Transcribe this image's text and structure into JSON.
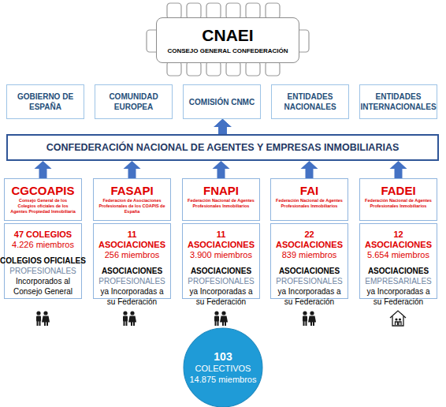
{
  "diagram": {
    "nodes": [
      {
        "text": [
          "CNAEI",
          "CONSEJO GENERAL CONFEDERACIÓN"
        ]
      },
      {
        "text": [
          "GOBIERNO DE ESPAÑA"
        ]
      },
      {
        "text": [
          "COMUNIDAD EUROPEA"
        ]
      },
      {
        "text": [
          "COMISIÓN CNMC"
        ]
      },
      {
        "text": [
          "ENTIDADES NACIONALES"
        ]
      },
      {
        "text": [
          "ENTIDADES INTERNACIONALES"
        ]
      },
      {
        "text": [
          "CONFEDERACIÓN NACIONAL DE AGENTES Y EMPRESAS INMOBILIARIAS"
        ]
      },
      {
        "text": [
          "CGCOAPIS",
          "Consejo General de los Colegios oficiales de los Agentes Propiedad Inmobiliaria"
        ]
      },
      {
        "text": [
          "FASAPI",
          "Federacion de Asociaciones Profesionales de los COAPIS de España"
        ]
      },
      {
        "text": [
          "FNAPI",
          "Federación Nacional de Agentes Profesionales Inmobiliarios"
        ]
      },
      {
        "text": [
          "FAI",
          "Federación Nacional de Agentes Profesionales Inmobiliarios"
        ]
      },
      {
        "text": [
          "FADEI",
          "Federación Nacional de Agentes Profesionales Inmobiliarios"
        ]
      },
      {
        "text": [
          "47 COLEGIOS",
          "4.226 miembros",
          "COLEGIOS OFICIALES",
          "PROFESIONALES",
          "Incorporados al Consejo General"
        ]
      },
      {
        "text": [
          "11 ASOCIACIONES",
          "256 miembros",
          "ASOCIACIONES",
          "PROFESIONALES",
          "ya Incorporadas a su Federación"
        ]
      },
      {
        "text": [
          "11 ASOCIACIONES",
          "3.900 miembros",
          "ASOCIACIONES",
          "PROFESIONALES",
          "ya Incorporadas a su Federación"
        ]
      },
      {
        "text": [
          "22 ASOCIACIONES",
          "839 miembros",
          "ASOCIACIONES",
          "PROFESIONALES",
          "ya Incorporadas a su Federación"
        ]
      },
      {
        "text": [
          "12 ASOCIACIONES",
          "5.654 miembros",
          "ASOCIACIONES",
          "EMPRESARIALES",
          "ya Incorporadas a su Federación"
        ]
      },
      {
        "text": [
          "103",
          "COLECTIVOS",
          "14.875 miembros"
        ]
      }
    ],
    "edges": [
      {
        "from": 6,
        "to": 1,
        "arrow": "to"
      },
      {
        "from": 6,
        "to": 2,
        "arrow": "to"
      },
      {
        "from": 6,
        "to": 3,
        "arrow": "to"
      },
      {
        "from": 6,
        "to": 4,
        "arrow": "to"
      },
      {
        "from": 6,
        "to": 5,
        "arrow": "to"
      },
      {
        "from": 7,
        "to": 6,
        "arrow": "to"
      },
      {
        "from": 8,
        "to": 6,
        "arrow": "to"
      },
      {
        "from": 9,
        "to": 6,
        "arrow": "to"
      },
      {
        "from": 10,
        "to": 6,
        "arrow": "to"
      },
      {
        "from": 11,
        "to": 6,
        "arrow": "to"
      }
    ]
  }
}
